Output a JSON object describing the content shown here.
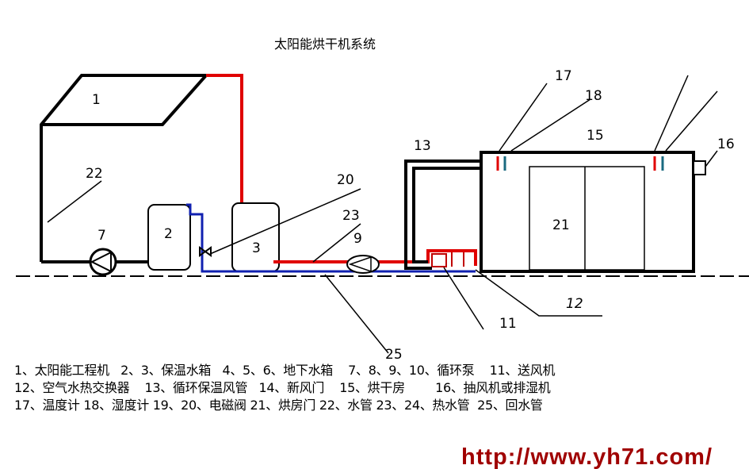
{
  "title": "太阳能烘干机系统",
  "labels": {
    "n1": "1",
    "n2": "2",
    "n3": "3",
    "n7": "7",
    "n9": "9",
    "n11": "11",
    "n12": "12",
    "n13": "13",
    "n15": "15",
    "n16": "16",
    "n17": "17",
    "n18": "18",
    "n20": "20",
    "n21": "21",
    "n22": "22",
    "n23": "23",
    "n25": "25"
  },
  "legend": [
    "1、太阳能工程机   2、3、保温水箱   4、5、6、地下水箱    7、8、9、10、循环泵    11、送风机",
    "12、空气水热交换器    13、循环保温风管   14、新风门    15、烘干房        16、抽风机或排湿机",
    "17、温度计 18、湿度计 19、20、电磁阀 21、烘房门 22、水管 23、24、热水管  25、回水管"
  ],
  "url": "http://www.yh71.com/",
  "colors": {
    "hot_pipe": "#e00000",
    "return_pipe": "#1020b0",
    "url": "#a00000"
  }
}
